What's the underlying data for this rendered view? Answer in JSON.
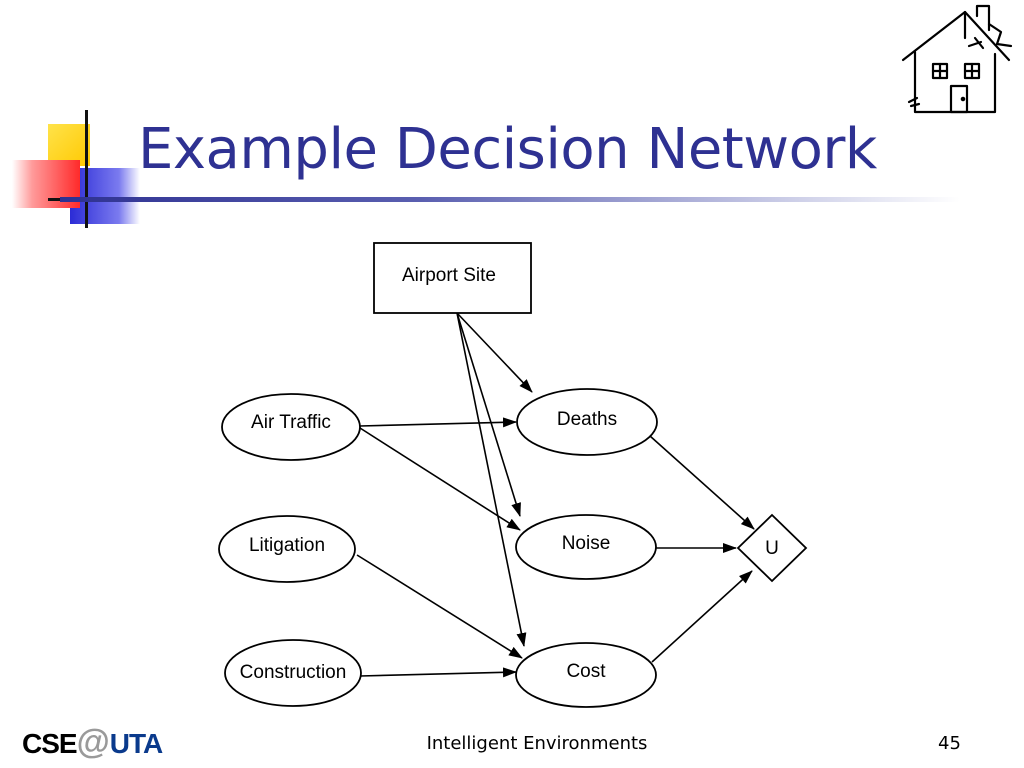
{
  "slide": {
    "title": "Example Decision Network",
    "footer": "Intelligent Environments",
    "page_number": "45"
  },
  "logo": {
    "left": "CSE",
    "at": "@",
    "right": "UTA",
    "colors": {
      "cse": "#000000",
      "at": "#9a9a9a",
      "uta": "#0a3a8c"
    }
  },
  "network": {
    "decision_node": {
      "label": "Airport Site"
    },
    "chance_nodes": {
      "air_traffic": "Air Traffic",
      "litigation": "Litigation",
      "construction": "Construction",
      "deaths": "Deaths",
      "noise": "Noise",
      "cost": "Cost"
    },
    "utility_node": {
      "label": "U"
    }
  },
  "colors": {
    "title": "#2e3192",
    "accent_blue": "#3a3adf",
    "accent_yellow": "#ffd21f",
    "accent_red": "#ff3b3b"
  }
}
